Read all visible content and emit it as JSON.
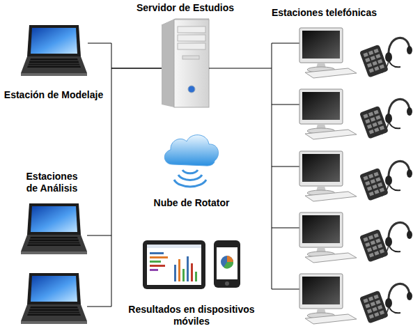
{
  "diagram": {
    "nodes": [
      {
        "text": [
          "Servidor de Estudios"
        ]
      },
      {
        "text": [
          "Estaciones telefónicas"
        ]
      },
      {
        "text": [
          "Estación de Modelaje"
        ]
      },
      {
        "text": [
          "Nube de Rotator"
        ]
      },
      {
        "text": [
          "Estaciones de Análisis"
        ]
      },
      {
        "text": [
          "Resultados en dispositivos móviles"
        ]
      }
    ],
    "edges": [
      {
        "from": 2,
        "to": 0,
        "arrow": "none"
      },
      {
        "from": 4,
        "to": 0,
        "arrow": "none"
      },
      {
        "from": 0,
        "to": 1,
        "arrow": "none"
      }
    ]
  }
}
